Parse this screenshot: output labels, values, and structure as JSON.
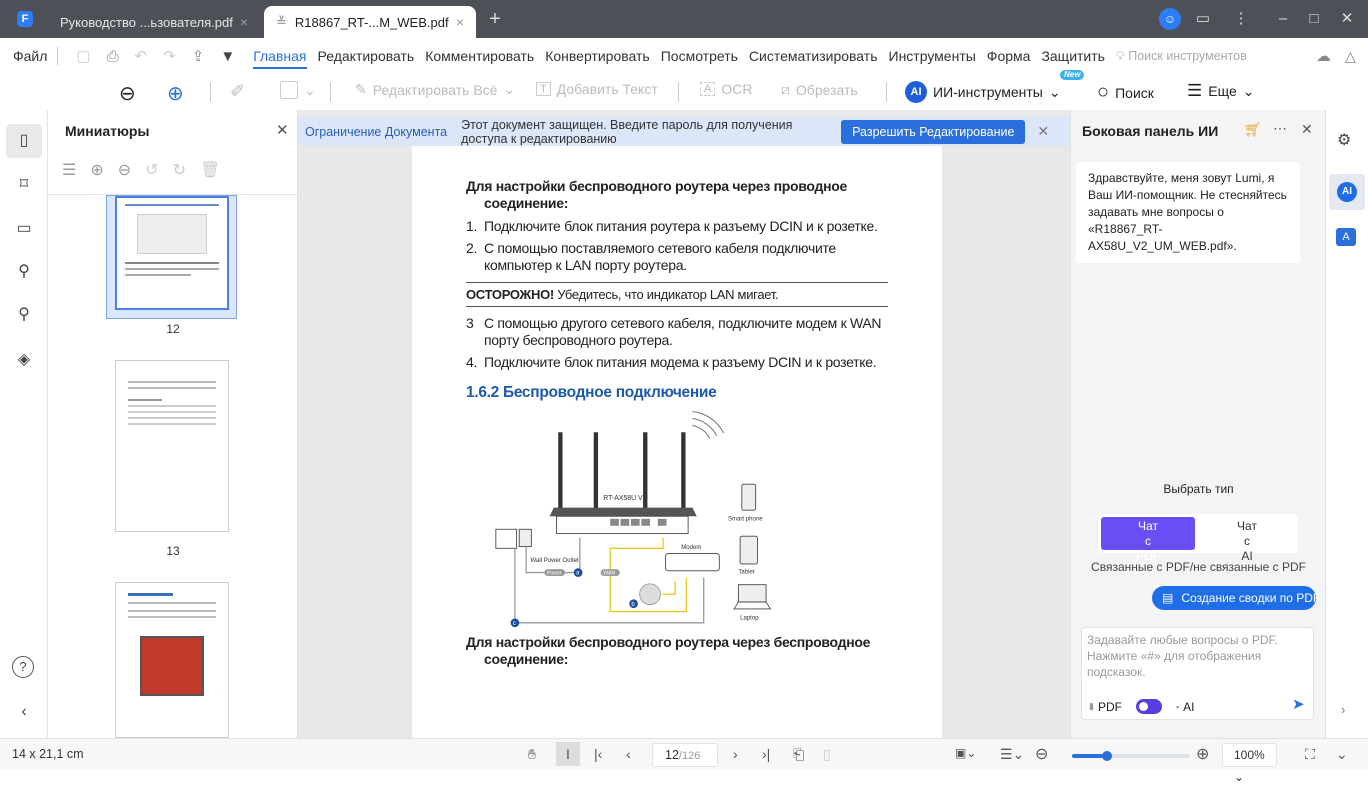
{
  "tabs": [
    {
      "label": "Руководство ...ьзователя.pdf"
    },
    {
      "label": "R18867_RT-...M_WEB.pdf"
    }
  ],
  "menu": {
    "file": "Файл",
    "items": [
      "Главная",
      "Редактировать",
      "Комментировать",
      "Конвертировать",
      "Посмотреть",
      "Систематизировать",
      "Инструменты",
      "Форма",
      "Защитить"
    ],
    "search_tools": "Поиск инструментов"
  },
  "toolbar": {
    "edit_all": "Редактировать Всё",
    "add_text": "Добавить Текст",
    "ocr": "OCR",
    "crop": "Обрезать",
    "ai_tools": "ИИ-инструменты",
    "new_badge": "New",
    "search": "Поиск",
    "more": "Еще"
  },
  "thumbnails": {
    "title": "Миниатюры",
    "pages": [
      "12",
      "13"
    ]
  },
  "notice": {
    "label": "Ограничение Документа",
    "text": "Этот документ защищен. Введите пароль для получения доступа к редактированию",
    "button": "Разрешить Редактирование"
  },
  "page": {
    "h1": "Для настройки беспроводного роутера через проводное соединение:",
    "steps1": [
      {
        "n": "1.",
        "t": "Подключите блок питания роутера к разъему DCIN и к розетке."
      },
      {
        "n": "2.",
        "t": "С помощью поставляемого сетевого кабеля подключите компьютер к LAN порту роутера."
      }
    ],
    "caution_bold": "ОСТОРОЖНО!",
    "caution": "Убедитесь, что индикатор LAN мигает.",
    "steps2": [
      {
        "n": "3",
        "t": "С помощью другого сетевого кабеля, подключите модем к WAN порту беспроводного роутера."
      },
      {
        "n": "4.",
        "t": "Подключите блок питания модема к разъему DCIN и к розетке."
      }
    ],
    "section": "1.6.2  Беспроводное подключение",
    "diagram": {
      "router": "RT-AX58U V2",
      "modem": "Modem",
      "outlet": "Wall Power Outlet",
      "power": "Power",
      "wan": "WAN",
      "phone": "Smart phone",
      "tablet": "Tablet",
      "laptop": "Laptop",
      "a": "a",
      "b": "b",
      "c": "c"
    },
    "h2": "Для настройки беспроводного роутера через беспроводное соединение:"
  },
  "ai_panel": {
    "title": "Боковая панель ИИ",
    "greeting": "Здравствуйте, меня зовут Lumi, я Ваш ИИ-помощник. Не стесняйтесь задавать мне вопросы о «R18867_RT-AX58U_V2_UM_WEB.pdf».",
    "choose_type": "Выбрать тип",
    "chat_pdf": "Чат с PDF",
    "chat_ai": "Чат с AI",
    "related": "Связанные с PDF/не связанные с PDF",
    "summary_btn": "Создание сводки по PDF",
    "input_placeholder": "Задавайте любые вопросы о PDF. Нажмите «#» для отображения подсказок.",
    "toggle_pdf": "PDF",
    "toggle_ai": "AI"
  },
  "status": {
    "page_size": "14 x 21,1 cm",
    "current_page": "12",
    "total_pages": "/126",
    "zoom": "100%",
    "zoom_slider_percent": 30
  },
  "colors": {
    "accent": "#2a6fdb",
    "ai_purple": "#6b4df5",
    "titlebar": "#4d5157"
  }
}
